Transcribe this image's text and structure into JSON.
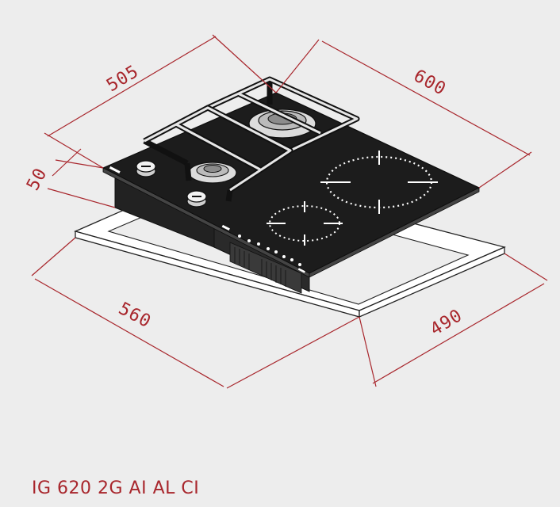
{
  "dimensions": {
    "width_top": "505",
    "depth_top": "600",
    "thickness": "50",
    "cutout_width": "560",
    "cutout_depth": "490"
  },
  "model_name": "IG 620 2G AI AL CI",
  "colors": {
    "background": "#ededed",
    "dimension_lines": "#a8262c",
    "outline": "#1a1a1a",
    "counter_fill": "#ffffff"
  }
}
